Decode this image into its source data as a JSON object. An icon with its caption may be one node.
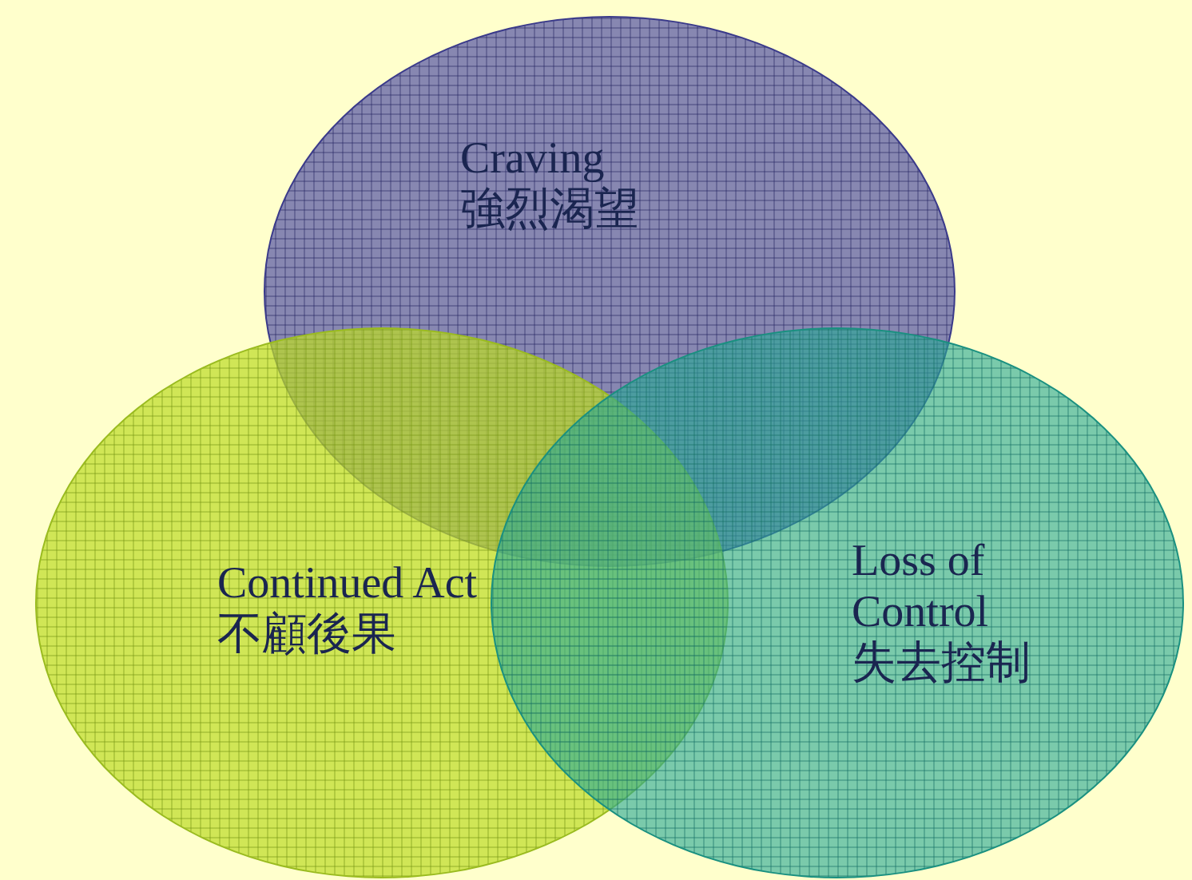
{
  "diagram": {
    "nodes": [
      {
        "text": [
          "Craving",
          "強烈渴望"
        ]
      },
      {
        "text": [
          "Continued Act",
          "不顧後果"
        ]
      },
      {
        "text": [
          "Loss of Control",
          "失去控制"
        ]
      }
    ],
    "edges": []
  }
}
